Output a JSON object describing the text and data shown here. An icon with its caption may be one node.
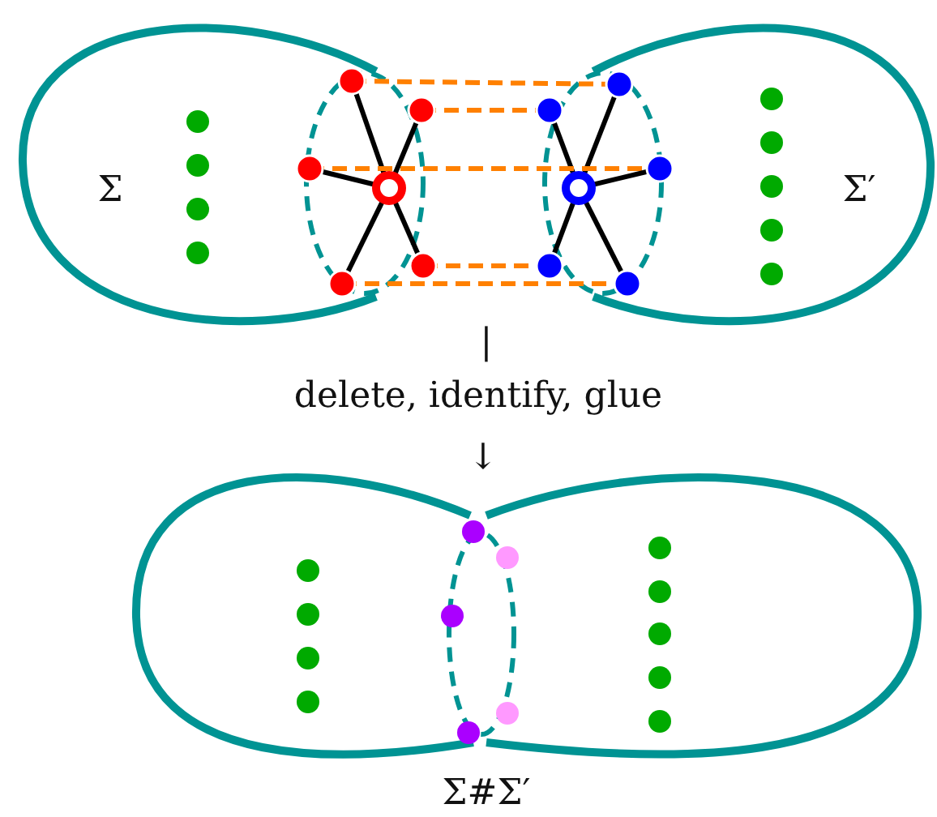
{
  "diagram": {
    "labels": [
      "Σ",
      "Σ′",
      "|",
      "delete, identify, glue",
      "↓",
      "Σ#Σ′"
    ]
  }
}
